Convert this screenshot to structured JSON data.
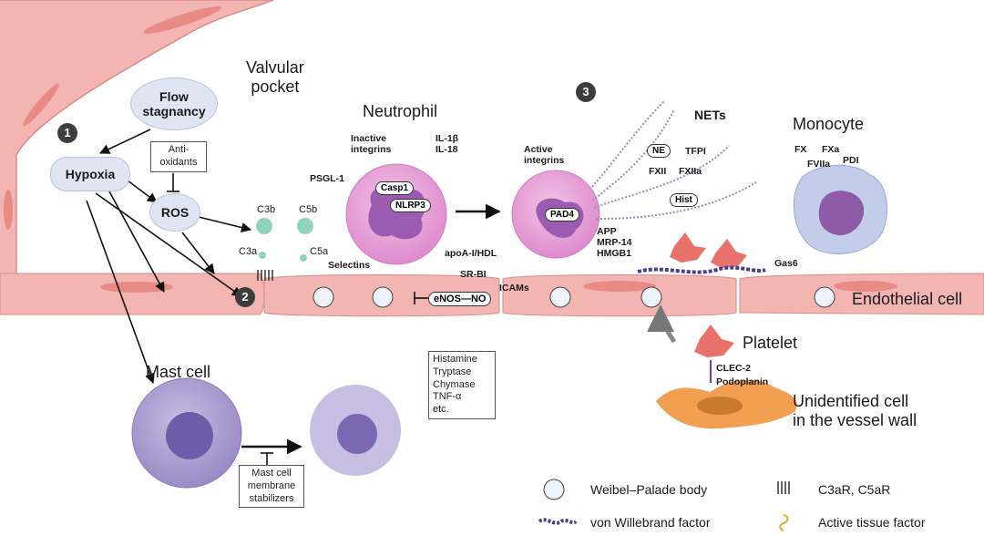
{
  "steps": [
    "1",
    "2",
    "3"
  ],
  "labels": {
    "valvular_pocket": "Valvular\npocket",
    "neutrophil": "Neutrophil",
    "monocyte": "Monocyte",
    "endothelial_cell": "Endothelial cell",
    "platelet": "Platelet",
    "unidentified_cell": "Unidentified cell\nin the vessel wall",
    "mast_cell": "Mast cell",
    "nets": "NETs"
  },
  "bubbles": {
    "flow_stagnancy": "Flow\nstagnancy",
    "hypoxia": "Hypoxia",
    "ros": "ROS"
  },
  "boxes": {
    "antioxidants": "Anti-\noxidants",
    "mast_stabilizers": "Mast cell\nmembrane\nstabilizers",
    "mediators": "Histamine\nTryptase\nChymase\nTNF-α\netc."
  },
  "complement": {
    "c3b": "C3b",
    "c5b": "C5b",
    "c3a": "C3a",
    "c5a": "C5a"
  },
  "neutrophil_parts": {
    "inactive_integrins": "Inactive\nintegrins",
    "il": "IL-1β\nIL-18",
    "psgl1": "PSGL-1",
    "casp1": "Casp1",
    "nlrp3": "NLRP3",
    "selectins": "Selectins",
    "apoa": "apoA-I/HDL",
    "srbi": "SR-BI",
    "enos": "eNOS—NO"
  },
  "net_parts": {
    "active_integrins": "Active\nintegrins",
    "pad4": "PAD4",
    "ne": "NE",
    "tfpi": "TFPI",
    "fxii": "FXII",
    "fxiia": "FXIIa",
    "hist": "Hist",
    "app": "APP\nMRP-14\nHMGB1",
    "icams": "ICAMs"
  },
  "monocyte_parts": {
    "fx": "FX",
    "fxa": "FXa",
    "fviia": "FVIIa",
    "pdi": "PDI",
    "gas6": "Gas6"
  },
  "platelet_parts": {
    "clec2": "CLEC-2",
    "podoplanin": "Podoplanin"
  },
  "legend": {
    "weibel": "Weibel–Palade body",
    "vwf": "von Willebrand factor",
    "c3ar": "C3aR, C5aR",
    "tissue_factor": "Active tissue factor"
  },
  "colors": {
    "vessel": "#f2b5b1",
    "vessel_nucleus": "#e88a86",
    "neutrophil": "#e9a3d7",
    "neutrophil_nucleus": "#9b5bb0",
    "monocyte": "#c3cdea",
    "mast_cell": "#a899cf",
    "platelet": "#e8716b",
    "unidentified_cell": "#f0a050",
    "complement": "#8fd3bf",
    "vwf": "#4a3d8f"
  }
}
